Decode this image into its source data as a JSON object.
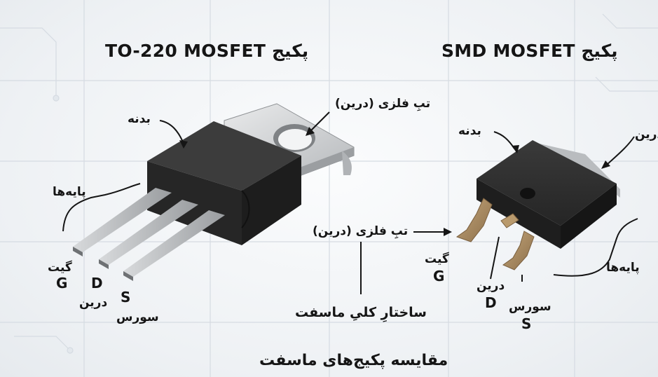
{
  "titles": {
    "to220": "پکیج TO-220 MOSFET",
    "smd": "پکیج SMD MOSFET",
    "bottom": "مقایسه پکیج‌های ماسفت"
  },
  "to220": {
    "body": "بدنه",
    "tab": "تبِ فلزی (درین)",
    "leads": "پایه‌ها",
    "gate_fa": "گیت",
    "gate": "G",
    "drain": "D",
    "drain_fa": "درین",
    "source": "S",
    "source_fa": "سورس"
  },
  "center": {
    "tab": "تبِ فلزی (درین)",
    "structure": "ساختارِ کلیِ ماسفت"
  },
  "smd": {
    "body": "بدنه",
    "drain_top": "درین",
    "leads": "پایه‌ها",
    "gate_fa": "گیت",
    "gate": "G",
    "drain_fa": "درین",
    "drain": "D",
    "source_fa": "سورس",
    "source": "S"
  },
  "colors": {
    "background": "#eef1f4",
    "package_body": "#2b2b2b",
    "metal_tab": "#c9cbcd",
    "text": "#151515",
    "grid": "#d3d9e0"
  }
}
